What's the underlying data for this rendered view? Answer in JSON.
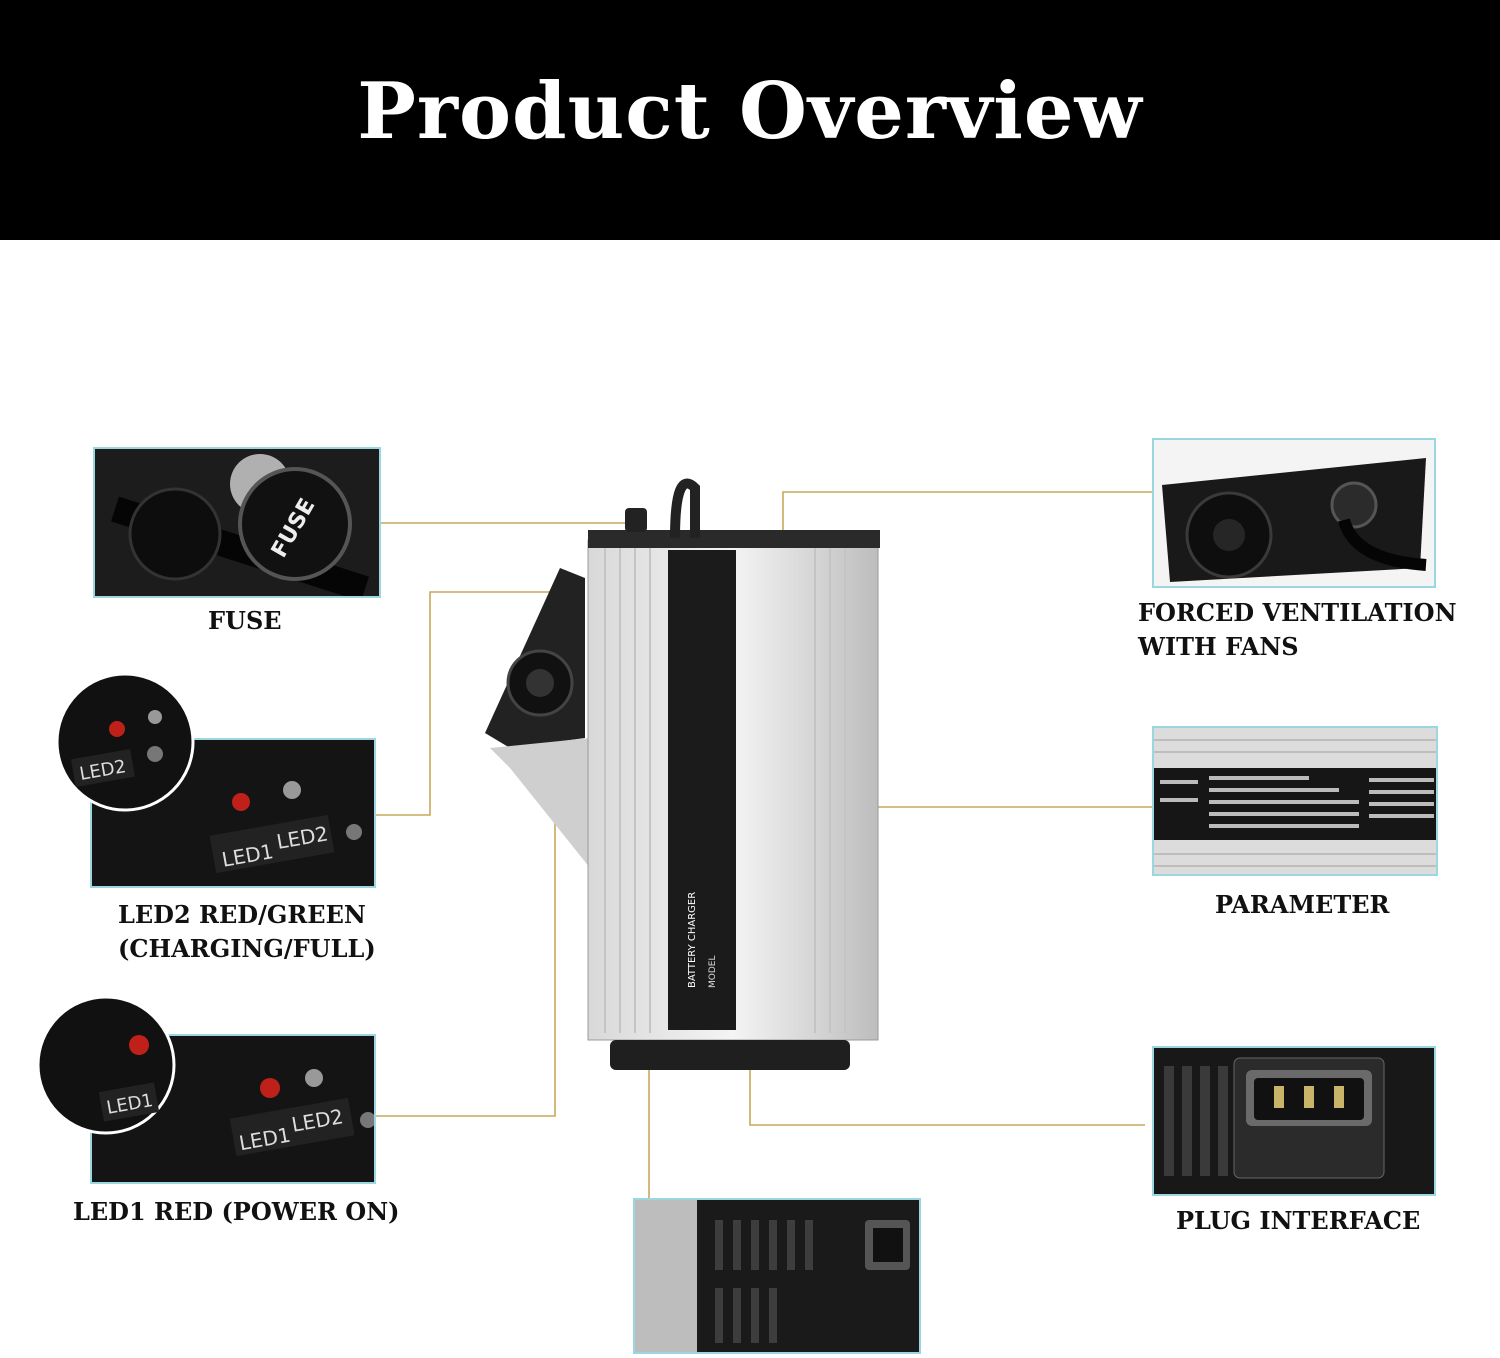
{
  "banner": {
    "title": "Product Overview"
  },
  "callouts": {
    "fuse": {
      "label": "FUSE",
      "thumb_text": "FUSE"
    },
    "led2": {
      "line1": "LED2 RED/GREEN",
      "line2": "(CHARGING/FULL)",
      "thumb_led1": "LED1",
      "thumb_led2": "LED2"
    },
    "led1": {
      "label": "LED1 RED (POWER ON)",
      "thumb_led1": "LED1",
      "thumb_led2": "LED2"
    },
    "fan": {
      "line1": "FORCED VENTILATION",
      "line2": "WITH FANS"
    },
    "parameter": {
      "label": "PARAMETER"
    },
    "plug": {
      "label": "PLUG INTERFACE"
    }
  },
  "colors": {
    "banner": "#000000",
    "connector": "#c8a85a",
    "thumb_border": "#9bd7e0",
    "led_red": "#c0201a"
  },
  "product_label": {
    "line1": "BATTERY CHARGER",
    "line2": "MODEL"
  }
}
